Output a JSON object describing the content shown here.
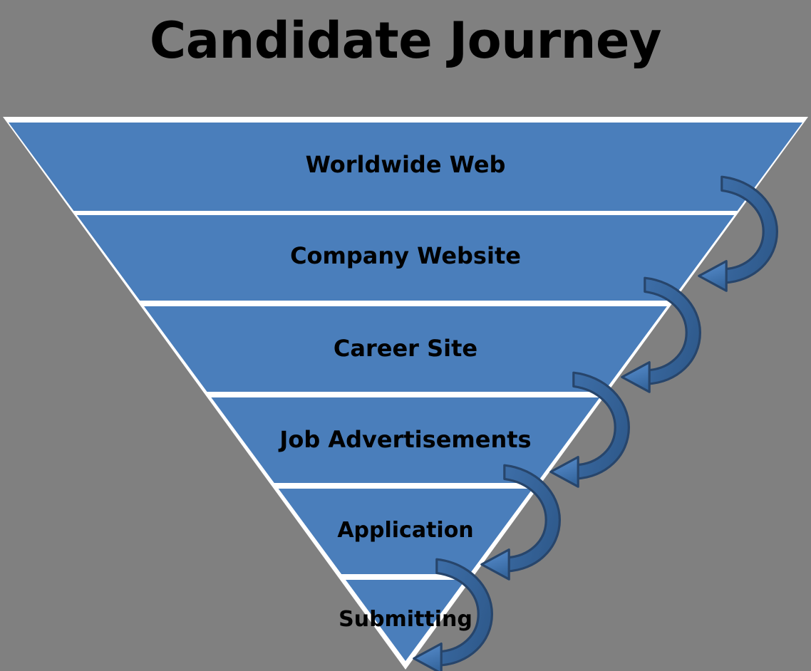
{
  "diagram": {
    "title": "Candidate Journey",
    "type": "inverted-funnel",
    "background_color": "#808080",
    "segment_fill": "#4a7ebb",
    "segment_divider_color": "#ffffff",
    "outline_color": "#ffffff",
    "label_color": "#000000",
    "segments": [
      {
        "label": "Worldwide Web",
        "order": 1
      },
      {
        "label": "Company Website",
        "order": 2
      },
      {
        "label": "Career Site",
        "order": 3
      },
      {
        "label": "Job Advertisements",
        "order": 4
      },
      {
        "label": "Application",
        "order": 5
      },
      {
        "label": "Submitting",
        "order": 6
      }
    ],
    "arrows": {
      "icon": "curved-arrow-left-icon",
      "count": 5,
      "fill_color": "#4a7ebb",
      "stroke_color": "#2e5party",
      "outline_color": "#27456b",
      "direction": "left"
    }
  }
}
